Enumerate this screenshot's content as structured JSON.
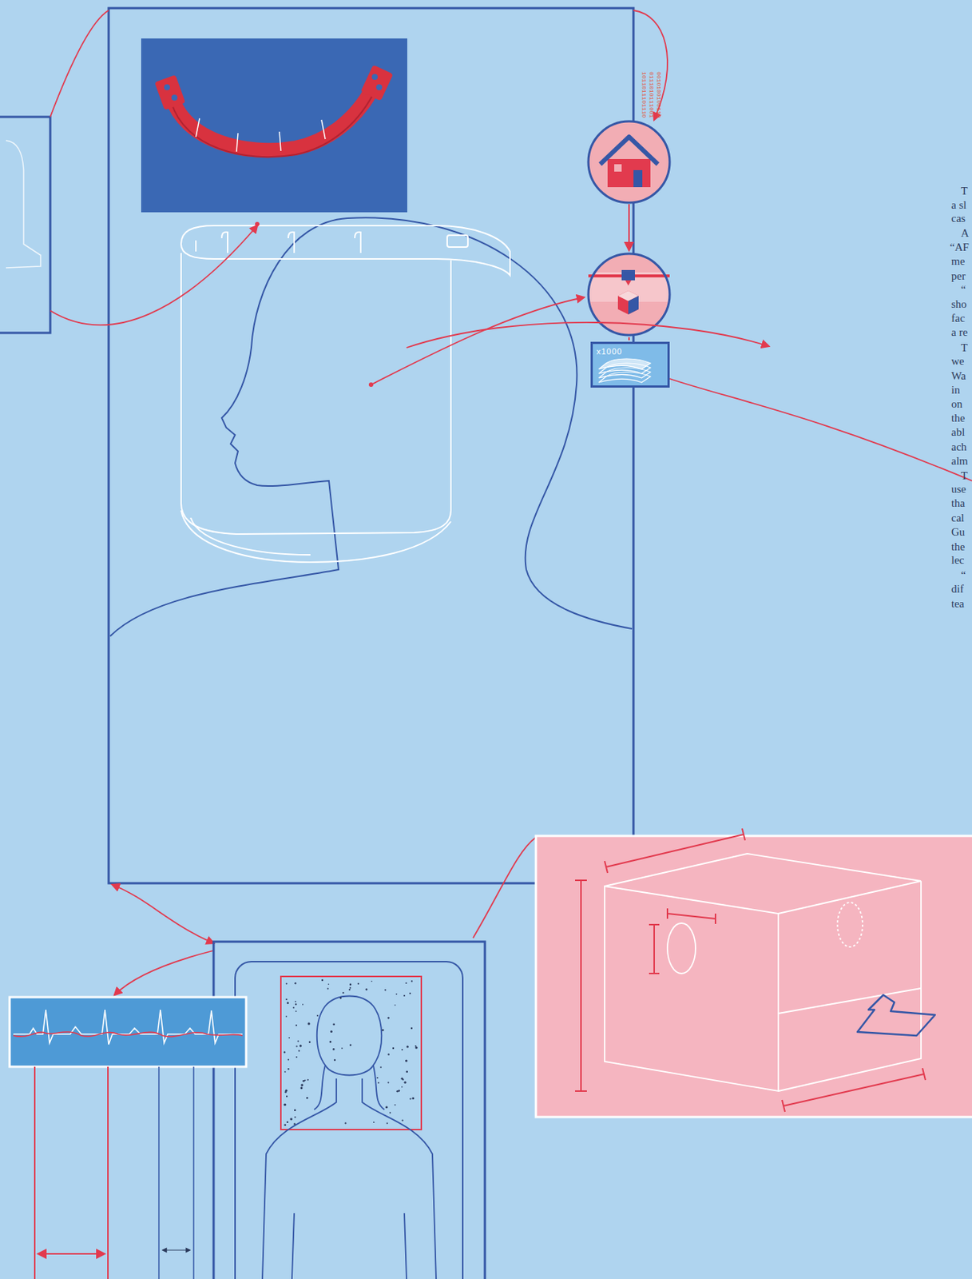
{
  "diagram": {
    "nodes": [
      {
        "text": [
          "x1000"
        ]
      }
    ],
    "labels": [
      "0010100100110",
      "0111010111001",
      "1011011101110",
      "T",
      "a sl",
      "cas",
      "A",
      "“AF",
      "me",
      "per",
      "“",
      "sho",
      "fac",
      "a re",
      "T",
      "we",
      "Wa",
      "in",
      "on",
      "the",
      "abl",
      "ach",
      "alm",
      "T",
      "use",
      "tha",
      "cal",
      "Gu",
      "the",
      "lec",
      "“",
      "dif",
      "tea"
    ]
  }
}
